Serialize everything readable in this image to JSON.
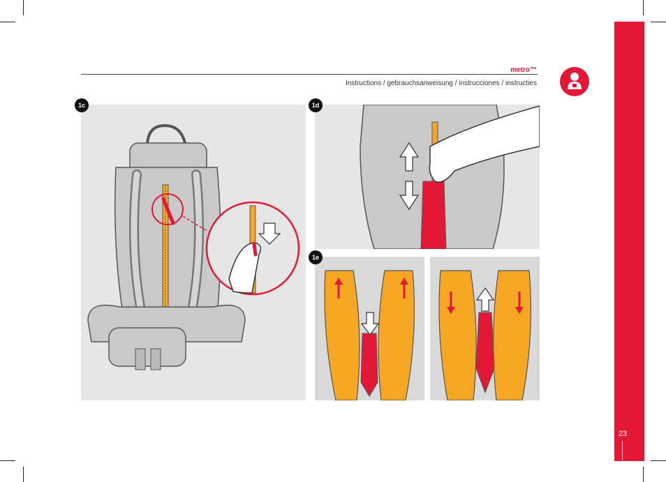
{
  "header": {
    "brand": "metro™",
    "subtitle": "Instructions / gebrauchsanweisung / instrucciones / instructies"
  },
  "page_number": "23",
  "steps": {
    "s1c": "1c",
    "s1d": "1d",
    "s1e": "1e"
  },
  "icons": {
    "badge": "user-icon",
    "arrow_up": "arrow-up-icon",
    "arrow_down": "arrow-down-icon"
  },
  "colors": {
    "brand_red": "#e31837",
    "strap_orange": "#f5a623",
    "panel_gray": "#e6e6e6",
    "carrier_gray": "#c9c9c9"
  }
}
